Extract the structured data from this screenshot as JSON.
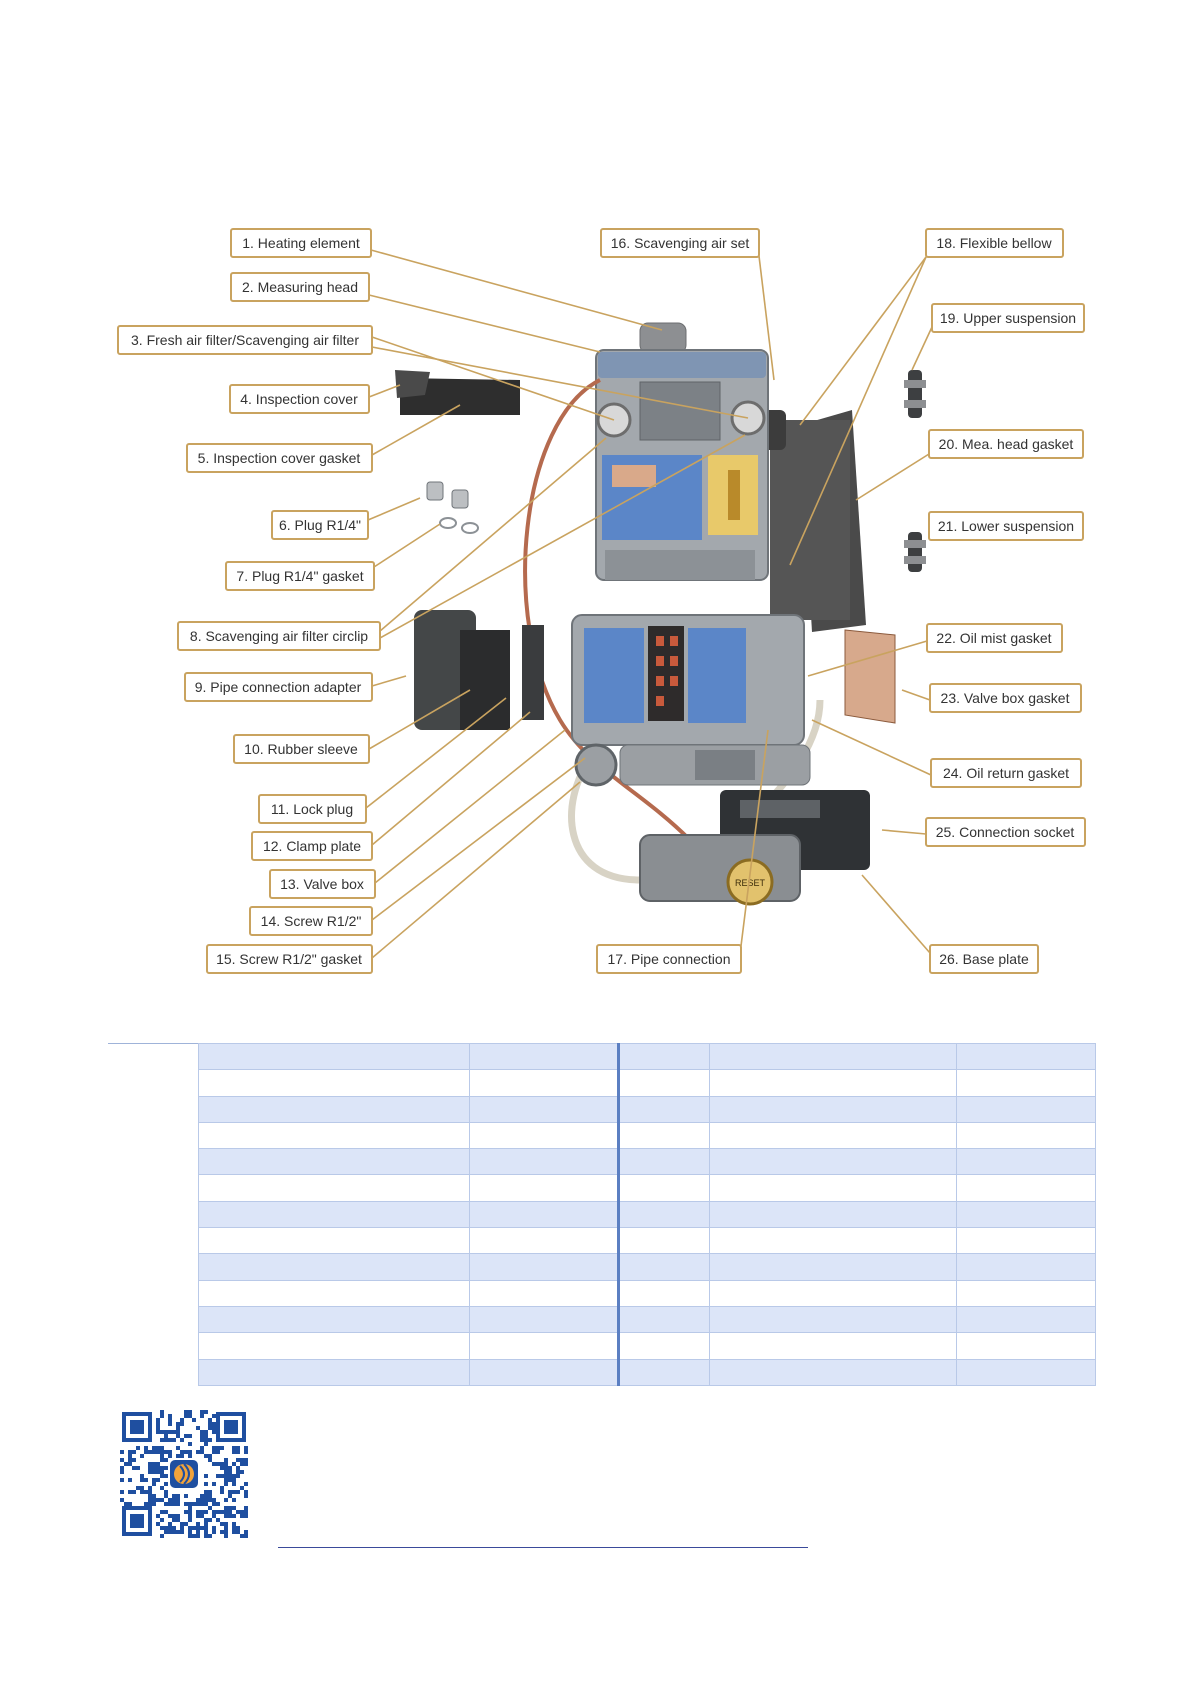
{
  "diagram": {
    "labels": [
      "1. Heating element",
      "2. Measuring head",
      "3. Fresh air filter/Scavenging air filter",
      "4. Inspection cover",
      "5. Inspection cover gasket",
      "6. Plug R1/4\"",
      "7. Plug R1/4\" gasket",
      "8. Scavenging air filter circlip",
      "9. Pipe connection adapter",
      "10. Rubber sleeve",
      "11. Lock plug",
      "12. Clamp plate",
      "13. Valve box",
      "14. Screw R1/2\"",
      "15. Screw R1/2\" gasket",
      "16. Scavenging air set",
      "17. Pipe connection",
      "18. Flexible bellow",
      "19. Upper suspension",
      "20. Mea. head gasket",
      "21. Lower suspension",
      "22. Oil mist gasket",
      "23. Valve box gasket",
      "24. Oil return gasket",
      "25. Connection socket",
      "26. Base plate"
    ],
    "colors": {
      "label_border": "#c9a35f",
      "housing_grey": "#9aa0a6",
      "panel_blue": "#5b86c8",
      "panel_yellow": "#e8c96a",
      "baseplate": "#4a4a4a",
      "cable": "#b56a4e"
    },
    "reset_button_text": "RESET"
  },
  "table": {
    "rows": 13,
    "columns": 5,
    "colors": {
      "band": "#dce5f8",
      "divider": "#5b7fc2"
    }
  },
  "qr": {
    "logo_colors": [
      "#1f4fa0",
      "#f2a33a"
    ]
  }
}
